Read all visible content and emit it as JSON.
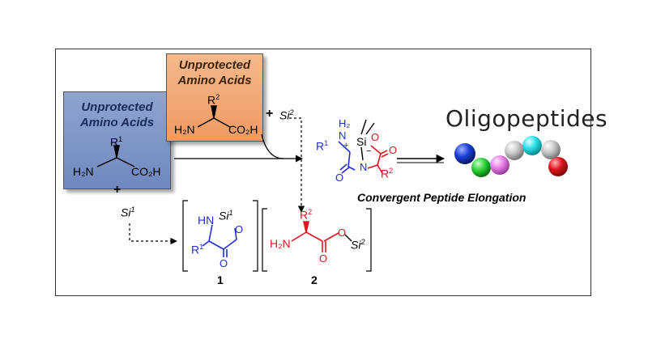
{
  "box_left": {
    "title_line1": "Unprotected",
    "title_line2": "Amino Acids",
    "r_label": "R",
    "r_sup": "1",
    "amine": "H₂N",
    "acid": "CO₂H",
    "color": "#7d93c8"
  },
  "box_right": {
    "title_line1": "Unprotected",
    "title_line2": "Amino Acids",
    "r_label": "R",
    "r_sup": "2",
    "amine": "H₂N",
    "acid": "CO₂H",
    "color": "#f3a872"
  },
  "reagents": {
    "plus": "+",
    "si1_base": "Si",
    "si1_sup": "1",
    "si2_base": "Si",
    "si2_sup": "2"
  },
  "intermediate1": {
    "nh": "HN",
    "si": "Si",
    "si_sup": "1",
    "o": "O",
    "carbonyl_o": "O",
    "r": "R",
    "r_sup": "1",
    "label": "1",
    "color": "#1f2ee0"
  },
  "intermediate2": {
    "r": "R",
    "r_sup": "2",
    "amine": "H₂N",
    "o_ester": "O",
    "carbonyl_o": "O",
    "si": "Si",
    "si_sup": "2",
    "label": "2",
    "color": "#e0141e"
  },
  "product": {
    "h2": "H₂",
    "n_top": "N",
    "si": "Si",
    "o_ring": "O",
    "carbonyl_o": "O",
    "n_ring": "N",
    "r1": "R",
    "r1_sup": "1",
    "r2": "R",
    "r2_sup": "2",
    "plus": "+",
    "minus": "−"
  },
  "oligo": {
    "title": "Oligopeptides",
    "beads": [
      "#1a3fd6",
      "#2fd43a",
      "#e680e6",
      "#c8c8c8",
      "#2ae0e8",
      "#c8c8c8",
      "#e0141e"
    ]
  },
  "caption": "Convergent Peptide Elongation"
}
